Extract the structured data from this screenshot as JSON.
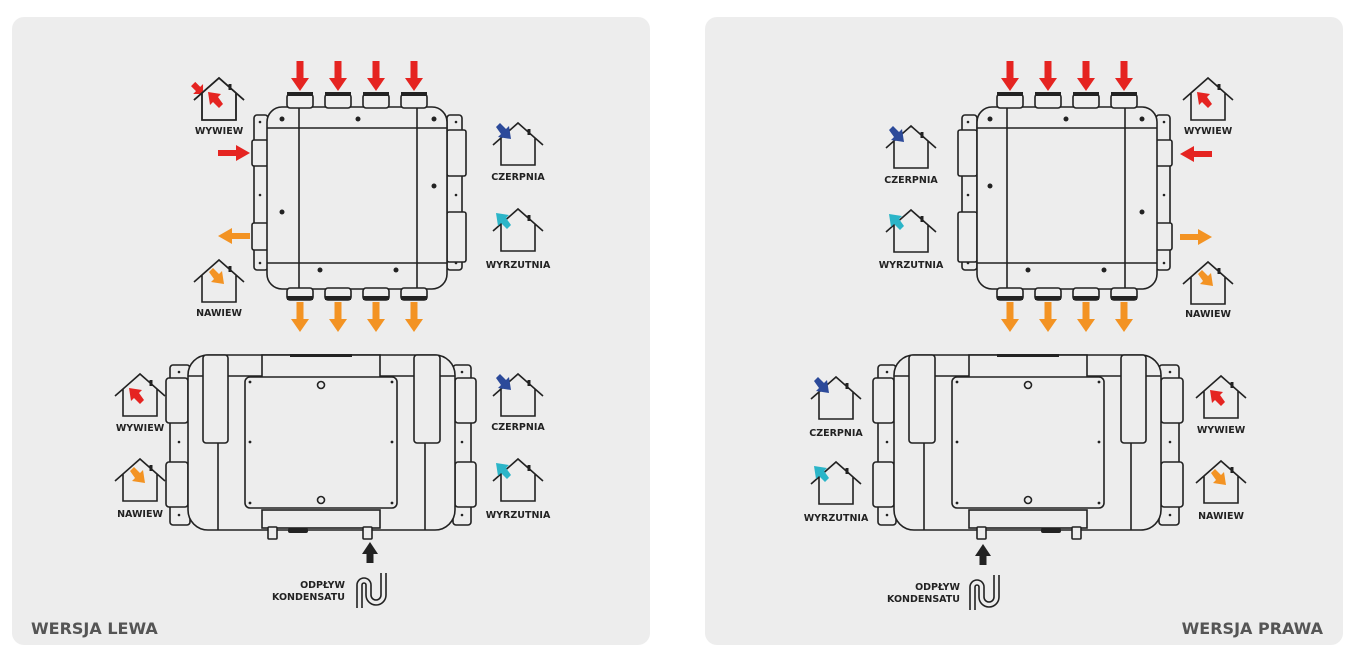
{
  "colors": {
    "wywiew": "#e52421",
    "nawiew": "#f39323",
    "czerpnia": "#2c4a9a",
    "wyrzutnia": "#2bb5c8",
    "outline": "#222222",
    "panel": "#ededed"
  },
  "left": {
    "title": "WERSJA LEWA",
    "top": {
      "wywiew": "WYWIEW",
      "nawiew": "NAWIEW",
      "czerpnia": "CZERPNIA",
      "wyrzutnia": "WYRZUTNIA"
    },
    "bottom": {
      "wywiew": "WYWIEW",
      "nawiew": "NAWIEW",
      "czerpnia": "CZERPNIA",
      "wyrzutnia": "WYRZUTNIA"
    },
    "drain": {
      "line1": "ODPŁYW",
      "line2": "KONDENSATU"
    }
  },
  "right": {
    "title": "WERSJA PRAWA",
    "top": {
      "wywiew": "WYWIEW",
      "nawiew": "NAWIEW",
      "czerpnia": "CZERPNIA",
      "wyrzutnia": "WYRZUTNIA"
    },
    "bottom": {
      "wywiew": "WYWIEW",
      "nawiew": "NAWIEW",
      "czerpnia": "CZERPNIA",
      "wyrzutnia": "WYRZUTNIA"
    },
    "drain": {
      "line1": "ODPŁYW",
      "line2": "KONDENSATU"
    }
  }
}
